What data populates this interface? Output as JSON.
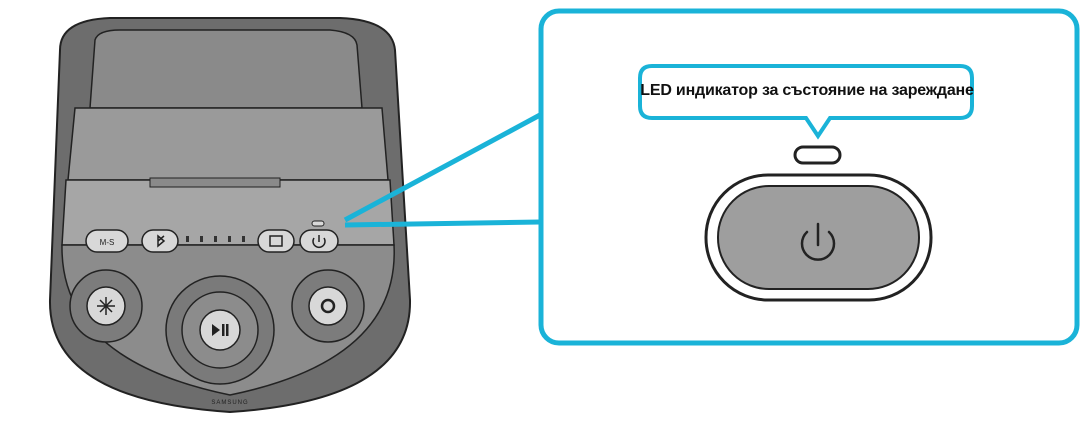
{
  "callout": {
    "label": "LED индикатор за състояние на зареждане"
  },
  "colors": {
    "accent": "#1ab3d8",
    "speaker_dark": "#6d6d6d",
    "speaker_mid": "#8f8f8f",
    "speaker_light": "#b5b5b5",
    "panel": "#a8a8a8",
    "power_button": "#9e9e9e"
  },
  "icons": {
    "mode": "bt-icon",
    "bluetooth": "bluetooth-icon",
    "battery_leds": "battery-indicator-leds",
    "source": "source-icon",
    "power": "power-icon",
    "light": "light-icon",
    "play_pause": "play-pause-icon",
    "volume": "volume-knob-icon"
  },
  "speaker": {
    "mode_label": "M-S",
    "brand": "SAMSUNG"
  }
}
